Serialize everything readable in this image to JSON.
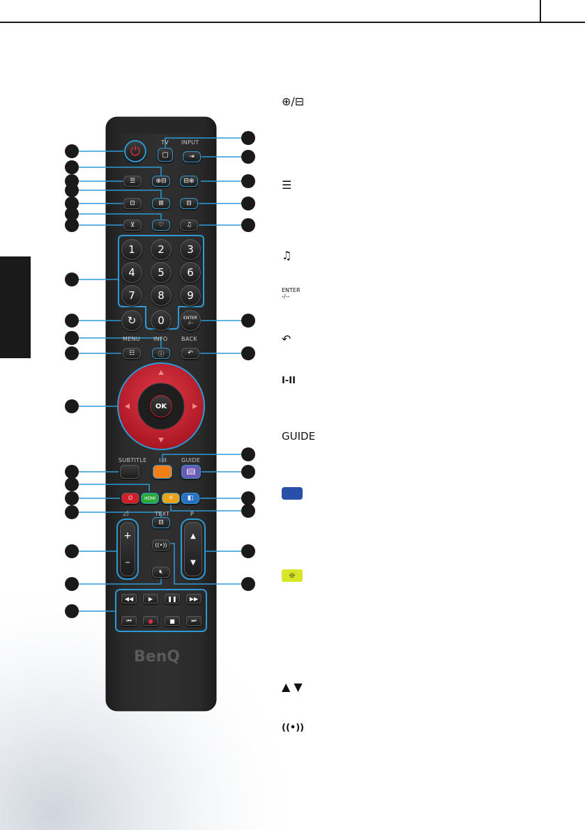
{
  "remote": {
    "brand": "BenQ",
    "labels": {
      "tv": "TV",
      "input": "INPUT",
      "menu": "MENU",
      "info": "INFO",
      "back": "BACK",
      "subtitle": "SUBTITLE",
      "audio_lang": "I-II",
      "guide": "GUIDE",
      "text": "TEXT",
      "p": "P",
      "ok": "OK",
      "enter": "ENTER",
      "enter_sub": "-/--",
      "hdmi": "HDMI"
    },
    "number_keys": [
      "1",
      "2",
      "3",
      "4",
      "5",
      "6",
      "7",
      "8",
      "9",
      "0"
    ],
    "vol_plus": "+",
    "vol_minus": "–",
    "colors": {
      "power": "#d7263d",
      "nav_ring": "#c41e2c",
      "highlight_blue": "#2d9ad6",
      "orange_key": "#f07f1a",
      "purple_key": "#6c5ab5",
      "red_key": "#d11f2e",
      "green_key": "#2da83a",
      "yellow_key": "#e8a31a",
      "blue_key": "#2a6fc2"
    }
  },
  "legend": {
    "items": [
      {
        "icon": "zoom-and-size-icons",
        "text": "⊕/⊟"
      },
      {
        "icon": "list-icon",
        "text": "☰"
      },
      {
        "icon": "music-note-icon",
        "text": "♫"
      },
      {
        "icon": "enter-icon",
        "text": "ENTER",
        "sub": "-/--"
      },
      {
        "icon": "back-arrow-icon",
        "text": "↶"
      },
      {
        "icon": "audio-language-icon",
        "text": "I-II"
      },
      {
        "icon": "guide-book-icon",
        "text": "GUIDE"
      },
      {
        "icon": "picture-in-picture-icon",
        "text": ""
      },
      {
        "icon": "brightness-icon",
        "text": "☼"
      },
      {
        "icon": "page-up-down-icon",
        "text": "▲  ▼"
      },
      {
        "icon": "broadcast-icon",
        "text": "((•))"
      }
    ]
  }
}
